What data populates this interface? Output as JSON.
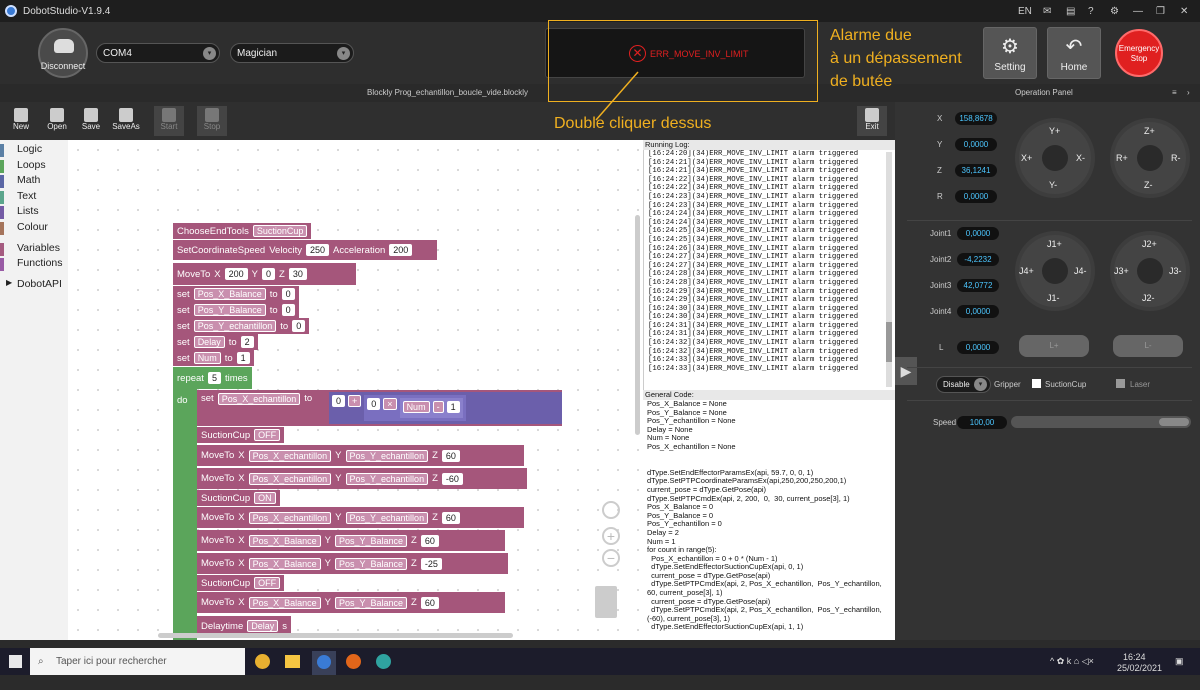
{
  "app": {
    "title": "DobotStudio-V1.9.4"
  },
  "titlebar": {
    "lang": "EN",
    "icons": [
      "mail-icon",
      "doc-icon",
      "help-icon",
      "minimize-icon",
      "restore-icon",
      "close-icon"
    ]
  },
  "topbar": {
    "disconnect_label": "Disconnect",
    "port": "COM4",
    "device": "Magician",
    "alarm_text": "ERR_MOVE_INV_LIMIT",
    "setting_label": "Setting",
    "home_label": "Home",
    "estop_line1": "Emergency",
    "estop_line2": "Stop"
  },
  "annotation": {
    "line1": "Alarme due",
    "line2": "à un dépassement",
    "line3": "de butée",
    "hint": "Double cliquer dessus",
    "color": "#f0b020"
  },
  "subbar": {
    "file_title": "Blockly  Prog_echantillon_boucle_vide.blockly",
    "op_panel": "Operation Panel"
  },
  "toolbar": {
    "new": "New",
    "open": "Open",
    "save": "Save",
    "saveas": "SaveAs",
    "start": "Start",
    "stop": "Stop",
    "exit": "Exit"
  },
  "categories": [
    {
      "label": "Logic",
      "color": "#5b80a5"
    },
    {
      "label": "Loops",
      "color": "#5ba55b"
    },
    {
      "label": "Math",
      "color": "#5b67a5"
    },
    {
      "label": "Text",
      "color": "#5ba58c"
    },
    {
      "label": "Lists",
      "color": "#745ba5"
    },
    {
      "label": "Colour",
      "color": "#a5745b"
    },
    {
      "label": "Variables",
      "color": "#a55b80"
    },
    {
      "label": "Functions",
      "color": "#995ba5"
    },
    {
      "label": "DobotAPI",
      "color": ""
    }
  ],
  "blocks": {
    "choose_end_tools": "ChooseEndTools",
    "suction_cup": "SuctionCup",
    "set_coord_speed": "SetCoordinateSpeed",
    "velocity": "Velocity",
    "velocity_val": "250",
    "acceleration": "Acceleration",
    "accel_val": "200",
    "move_to": "MoveTo",
    "x": "X",
    "y": "Y",
    "z": "Z",
    "mt1_x": "200",
    "mt1_y": "0",
    "mt1_z": "30",
    "set": "set",
    "to": "to",
    "var_xb": "Pos_X_Balance",
    "var_yb": "Pos_Y_Balance",
    "var_ye": "Pos_Y_echantillon",
    "var_delay": "Delay",
    "var_num": "Num",
    "var_xe": "Pos_X_echantillon",
    "v0": "0",
    "v2": "2",
    "v1": "1",
    "repeat": "repeat",
    "repeat_n": "5",
    "times": "times",
    "do": "do",
    "plus": "+",
    "times_op": "×",
    "minus": "-",
    "suction_label": "SuctionCup",
    "off": "OFF",
    "on": "ON",
    "z60": "60",
    "z_60": "-60",
    "z_25": "-25",
    "delaytime": "Delaytime",
    "s": "s"
  },
  "log": {
    "header": "Running Log:",
    "lines": [
      "[16:24:20](34)ERR_MOVE_INV_LIMIT alarm triggered",
      "[16:24:21](34)ERR_MOVE_INV_LIMIT alarm triggered",
      "[16:24:21](34)ERR_MOVE_INV_LIMIT alarm triggered",
      "[16:24:22](34)ERR_MOVE_INV_LIMIT alarm triggered",
      "[16:24:22](34)ERR_MOVE_INV_LIMIT alarm triggered",
      "[16:24:23](34)ERR_MOVE_INV_LIMIT alarm triggered",
      "[16:24:23](34)ERR_MOVE_INV_LIMIT alarm triggered",
      "[16:24:24](34)ERR_MOVE_INV_LIMIT alarm triggered",
      "[16:24:24](34)ERR_MOVE_INV_LIMIT alarm triggered",
      "[16:24:25](34)ERR_MOVE_INV_LIMIT alarm triggered",
      "[16:24:25](34)ERR_MOVE_INV_LIMIT alarm triggered",
      "[16:24:26](34)ERR_MOVE_INV_LIMIT alarm triggered",
      "[16:24:27](34)ERR_MOVE_INV_LIMIT alarm triggered",
      "[16:24:27](34)ERR_MOVE_INV_LIMIT alarm triggered",
      "[16:24:28](34)ERR_MOVE_INV_LIMIT alarm triggered",
      "[16:24:28](34)ERR_MOVE_INV_LIMIT alarm triggered",
      "[16:24:29](34)ERR_MOVE_INV_LIMIT alarm triggered",
      "[16:24:29](34)ERR_MOVE_INV_LIMIT alarm triggered",
      "[16:24:30](34)ERR_MOVE_INV_LIMIT alarm triggered",
      "[16:24:30](34)ERR_MOVE_INV_LIMIT alarm triggered",
      "[16:24:31](34)ERR_MOVE_INV_LIMIT alarm triggered",
      "[16:24:31](34)ERR_MOVE_INV_LIMIT alarm triggered",
      "[16:24:32](34)ERR_MOVE_INV_LIMIT alarm triggered",
      "[16:24:32](34)ERR_MOVE_INV_LIMIT alarm triggered",
      "[16:24:33](34)ERR_MOVE_INV_LIMIT alarm triggered",
      "[16:24:33](34)ERR_MOVE_INV_LIMIT alarm triggered"
    ]
  },
  "code": {
    "header": "General Code:",
    "text": "Pos_X_Balance = None\nPos_Y_Balance = None\nPos_Y_echantillon = None\nDelay = None\nNum = None\nPos_X_echantillon = None\n\n\ndType.SetEndEffectorParamsEx(api, 59.7, 0, 0, 1)\ndType.SetPTPCoordinateParamsEx(api,250,200,250,200,1)\ncurrent_pose = dType.GetPose(api)\ndType.SetPTPCmdEx(api, 2, 200,  0,  30, current_pose[3], 1)\nPos_X_Balance = 0\nPos_Y_Balance = 0\nPos_Y_echantillon = 0\nDelay = 2\nNum = 1\nfor count in range(5):\n  Pos_X_echantillon = 0 + 0 * (Num - 1)\n  dType.SetEndEffectorSuctionCupEx(api, 0, 1)\n  current_pose = dType.GetPose(api)\n  dType.SetPTPCmdEx(api, 2, Pos_X_echantillon,  Pos_Y_echantillon,\n60, current_pose[3], 1)\n  current_pose = dType.GetPose(api)\n  dType.SetPTPCmdEx(api, 2, Pos_X_echantillon,  Pos_Y_echantillon,\n(-60), current_pose[3], 1)\n  dType.SetEndEffectorSuctionCupEx(api, 1, 1)"
  },
  "op": {
    "x_label": "X",
    "x_val": "158,8678",
    "y_label": "Y",
    "y_val": "0,0000",
    "z_label": "Z",
    "z_val": "36,1241",
    "r_label": "R",
    "r_val": "0,0000",
    "j1_label": "Joint1",
    "j1_val": "0,0000",
    "j2_label": "Joint2",
    "j2_val": "-4,2232",
    "j3_label": "Joint3",
    "j3_val": "42,0772",
    "j4_label": "Joint4",
    "j4_val": "0,0000",
    "l_label": "L",
    "l_val": "0,0000",
    "l_plus": "L+",
    "l_minus": "L-",
    "yplus": "Y+",
    "yminus": "Y-",
    "xplus": "X+",
    "xminus": "X-",
    "zplus": "Z+",
    "zminus": "Z-",
    "rplus": "R+",
    "rminus": "R-",
    "j1p": "J1+",
    "j1m": "J1-",
    "j4p": "J4+",
    "j4m": "J4-",
    "j2p": "J2+",
    "j2m": "J2-",
    "j3p": "J3+",
    "j3m": "J3-",
    "disable": "Disable",
    "gripper": "Gripper",
    "suction": "SuctionCup",
    "laser": "Laser",
    "speed_label": "Speed",
    "speed_val": "100,00"
  },
  "taskbar": {
    "search_placeholder": "Taper ici pour rechercher",
    "time": "16:24",
    "date": "25/02/2021"
  }
}
